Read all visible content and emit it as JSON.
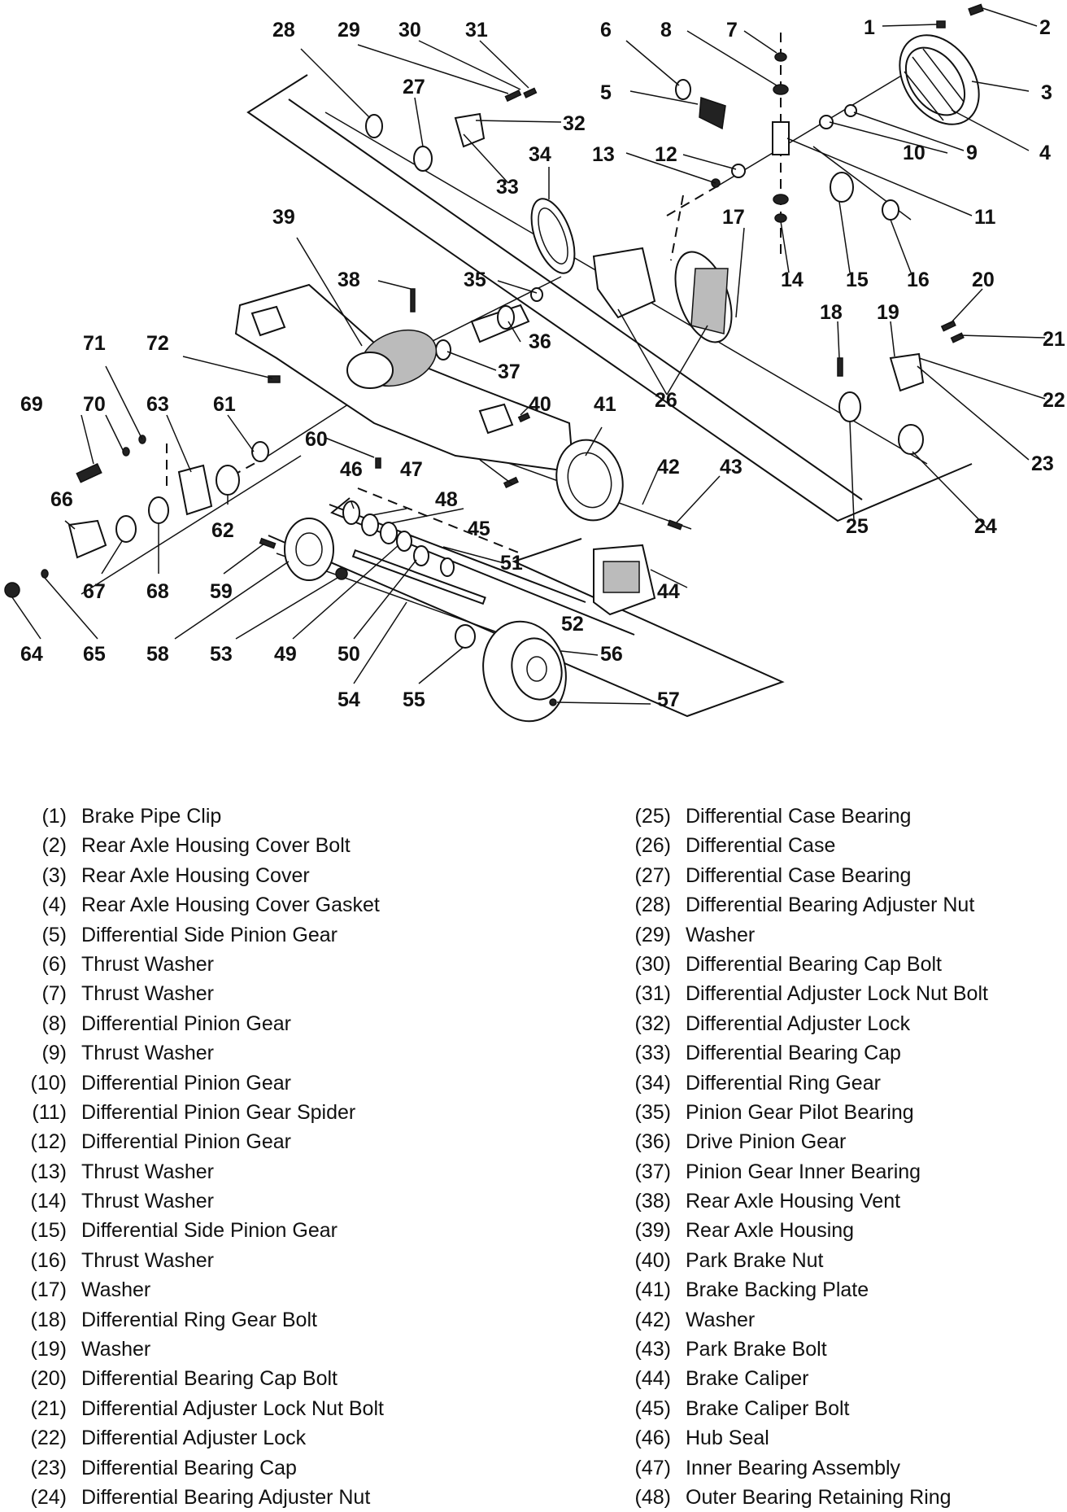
{
  "callouts": [
    "1",
    "2",
    "3",
    "4",
    "5",
    "6",
    "7",
    "8",
    "9",
    "10",
    "11",
    "12",
    "13",
    "14",
    "15",
    "16",
    "17",
    "18",
    "19",
    "20",
    "21",
    "22",
    "23",
    "24",
    "25",
    "26",
    "27",
    "28",
    "29",
    "30",
    "31",
    "32",
    "33",
    "34",
    "35",
    "36",
    "37",
    "38",
    "39",
    "40",
    "41",
    "42",
    "43",
    "44",
    "45",
    "46",
    "47",
    "48",
    "49",
    "50",
    "51",
    "52",
    "53",
    "54",
    "55",
    "56",
    "57",
    "58",
    "59",
    "60",
    "61",
    "62",
    "63",
    "64",
    "65",
    "66",
    "67",
    "68",
    "69",
    "70",
    "71",
    "72"
  ],
  "legend": {
    "left": [
      {
        "num": "(1)",
        "name": "Brake Pipe Clip"
      },
      {
        "num": "(2)",
        "name": "Rear Axle Housing Cover Bolt"
      },
      {
        "num": "(3)",
        "name": "Rear Axle Housing Cover"
      },
      {
        "num": "(4)",
        "name": "Rear Axle Housing Cover Gasket"
      },
      {
        "num": "(5)",
        "name": "Differential Side Pinion Gear"
      },
      {
        "num": "(6)",
        "name": "Thrust Washer"
      },
      {
        "num": "(7)",
        "name": "Thrust Washer"
      },
      {
        "num": "(8)",
        "name": "Differential Pinion Gear"
      },
      {
        "num": "(9)",
        "name": "Thrust Washer"
      },
      {
        "num": "(10)",
        "name": "Differential Pinion Gear"
      },
      {
        "num": "(11)",
        "name": "Differential Pinion Gear Spider"
      },
      {
        "num": "(12)",
        "name": "Differential Pinion Gear"
      },
      {
        "num": "(13)",
        "name": "Thrust Washer"
      },
      {
        "num": "(14)",
        "name": "Thrust Washer"
      },
      {
        "num": "(15)",
        "name": "Differential Side Pinion Gear"
      },
      {
        "num": "(16)",
        "name": "Thrust Washer"
      },
      {
        "num": "(17)",
        "name": "Washer"
      },
      {
        "num": "(18)",
        "name": "Differential Ring Gear Bolt"
      },
      {
        "num": "(19)",
        "name": "Washer"
      },
      {
        "num": "(20)",
        "name": "Differential Bearing Cap Bolt"
      },
      {
        "num": "(21)",
        "name": "Differential Adjuster Lock Nut Bolt"
      },
      {
        "num": "(22)",
        "name": "Differential Adjuster Lock"
      },
      {
        "num": "(23)",
        "name": "Differential Bearing Cap"
      },
      {
        "num": "(24)",
        "name": "Differential Bearing Adjuster Nut"
      }
    ],
    "right": [
      {
        "num": "(25)",
        "name": "Differential Case Bearing"
      },
      {
        "num": "(26)",
        "name": "Differential Case"
      },
      {
        "num": "(27)",
        "name": "Differential Case Bearing"
      },
      {
        "num": "(28)",
        "name": "Differential Bearing Adjuster Nut"
      },
      {
        "num": "(29)",
        "name": "Washer"
      },
      {
        "num": "(30)",
        "name": "Differential Bearing Cap Bolt"
      },
      {
        "num": "(31)",
        "name": "Differential Adjuster Lock Nut Bolt"
      },
      {
        "num": "(32)",
        "name": "Differential Adjuster Lock"
      },
      {
        "num": "(33)",
        "name": "Differential Bearing Cap"
      },
      {
        "num": "(34)",
        "name": "Differential Ring Gear"
      },
      {
        "num": "(35)",
        "name": "Pinion Gear Pilot Bearing"
      },
      {
        "num": "(36)",
        "name": "Drive Pinion Gear"
      },
      {
        "num": "(37)",
        "name": "Pinion Gear Inner Bearing"
      },
      {
        "num": "(38)",
        "name": "Rear Axle Housing Vent"
      },
      {
        "num": "(39)",
        "name": "Rear Axle Housing"
      },
      {
        "num": "(40)",
        "name": "Park Brake Nut"
      },
      {
        "num": "(41)",
        "name": "Brake Backing Plate"
      },
      {
        "num": "(42)",
        "name": "Washer"
      },
      {
        "num": "(43)",
        "name": "Park Brake Bolt"
      },
      {
        "num": "(44)",
        "name": "Brake Caliper"
      },
      {
        "num": "(45)",
        "name": "Brake Caliper Bolt"
      },
      {
        "num": "(46)",
        "name": "Hub Seal"
      },
      {
        "num": "(47)",
        "name": "Inner Bearing Assembly"
      },
      {
        "num": "(48)",
        "name": "Outer Bearing Retaining Ring"
      }
    ]
  }
}
